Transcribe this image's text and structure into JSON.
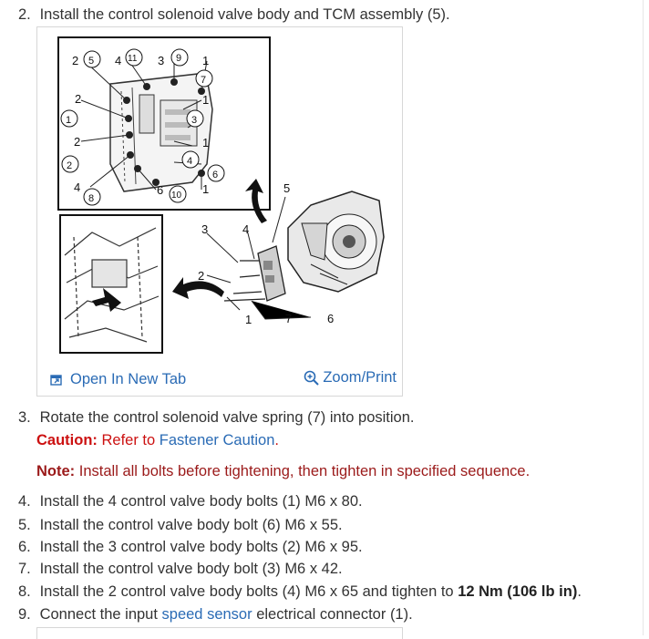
{
  "steps": {
    "s2": {
      "num": "2.",
      "text": "Install the control solenoid valve body and TCM assembly (5)."
    },
    "s3": {
      "num": "3.",
      "text": "Rotate the control solenoid valve spring (7) into position."
    },
    "caution": {
      "label": "Caution:",
      "pre": "Refer to",
      "link": "Fastener Caution",
      "post": "."
    },
    "note": {
      "label": "Note:",
      "text": "Install all bolts before tightening, then tighten in specified sequence."
    },
    "s4": {
      "num": "4.",
      "text": "Install the 4 control valve body bolts (1) M6 x 80."
    },
    "s5": {
      "num": "5.",
      "text": "Install the control valve body bolt (6) M6 x 55."
    },
    "s6": {
      "num": "6.",
      "text": "Install the 3 control valve body bolts (2) M6 x 95."
    },
    "s7": {
      "num": "7.",
      "text": "Install the control valve body bolt (3) M6 x 42."
    },
    "s8": {
      "num": "8.",
      "pre": "Install the 2 control valve body bolts (4) M6 x 65 and tighten to",
      "bold": "12 Nm (106 lb in)",
      "post": "."
    },
    "s9": {
      "num": "9.",
      "pre": "Connect the input",
      "link": "speed sensor",
      "post": "electrical connector (1)."
    }
  },
  "figure": {
    "open_tab": "Open In New Tab",
    "zoom_print": "Zoom/Print",
    "callouts": [
      "1",
      "2",
      "3",
      "4",
      "5",
      "6",
      "7",
      "8",
      "9",
      "10",
      "11"
    ]
  },
  "colors": {
    "link": "#2a6bb5",
    "caution": "#cc1111",
    "note": "#9b1a1a"
  }
}
